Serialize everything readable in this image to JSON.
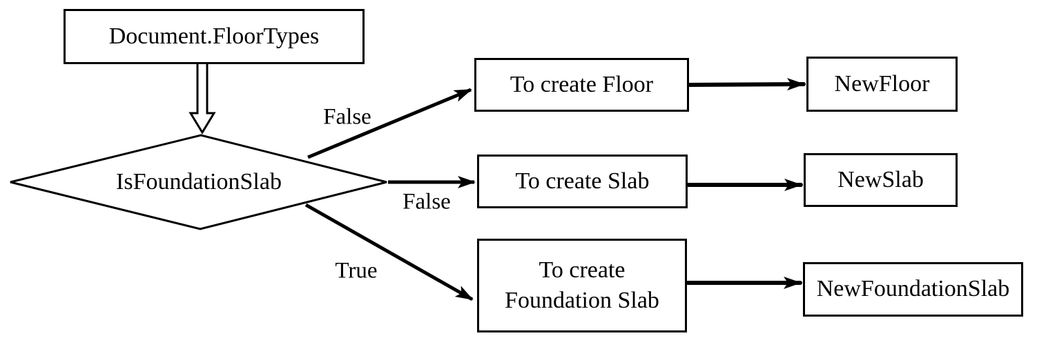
{
  "diagram": {
    "type": "flowchart",
    "colors": {
      "line": "#000000",
      "text": "#000000",
      "background": "#ffffff"
    },
    "nodes": {
      "start": {
        "label": "Document.FloorTypes",
        "shape": "rect"
      },
      "decision": {
        "label": "IsFoundationSlab",
        "shape": "diamond"
      },
      "create_floor": {
        "label": "To create Floor",
        "shape": "rect"
      },
      "create_slab": {
        "label": "To create Slab",
        "shape": "rect"
      },
      "create_foundation_slab": {
        "label": "To create Foundation Slab",
        "lines": [
          "To create",
          "Foundation Slab"
        ],
        "shape": "rect"
      },
      "new_floor": {
        "label": "NewFloor",
        "shape": "rect"
      },
      "new_slab": {
        "label": "NewSlab",
        "shape": "rect"
      },
      "new_foundation_slab": {
        "label": "NewFoundationSlab",
        "shape": "rect"
      }
    },
    "edges": [
      {
        "from": "Document.FloorTypes",
        "to": "IsFoundationSlab",
        "label": "",
        "style": "hollow-block-arrow"
      },
      {
        "from": "IsFoundationSlab",
        "to": "To create Floor",
        "label": "False",
        "style": "solid-arrow"
      },
      {
        "from": "IsFoundationSlab",
        "to": "To create Slab",
        "label": "False",
        "style": "solid-arrow"
      },
      {
        "from": "IsFoundationSlab",
        "to": "To create Foundation Slab",
        "label": "True",
        "style": "solid-arrow"
      },
      {
        "from": "To create Floor",
        "to": "NewFloor",
        "label": "",
        "style": "solid-arrow"
      },
      {
        "from": "To create Slab",
        "to": "NewSlab",
        "label": "",
        "style": "solid-arrow"
      },
      {
        "from": "To create Foundation Slab",
        "to": "NewFoundationSlab",
        "label": "",
        "style": "solid-arrow"
      }
    ]
  }
}
